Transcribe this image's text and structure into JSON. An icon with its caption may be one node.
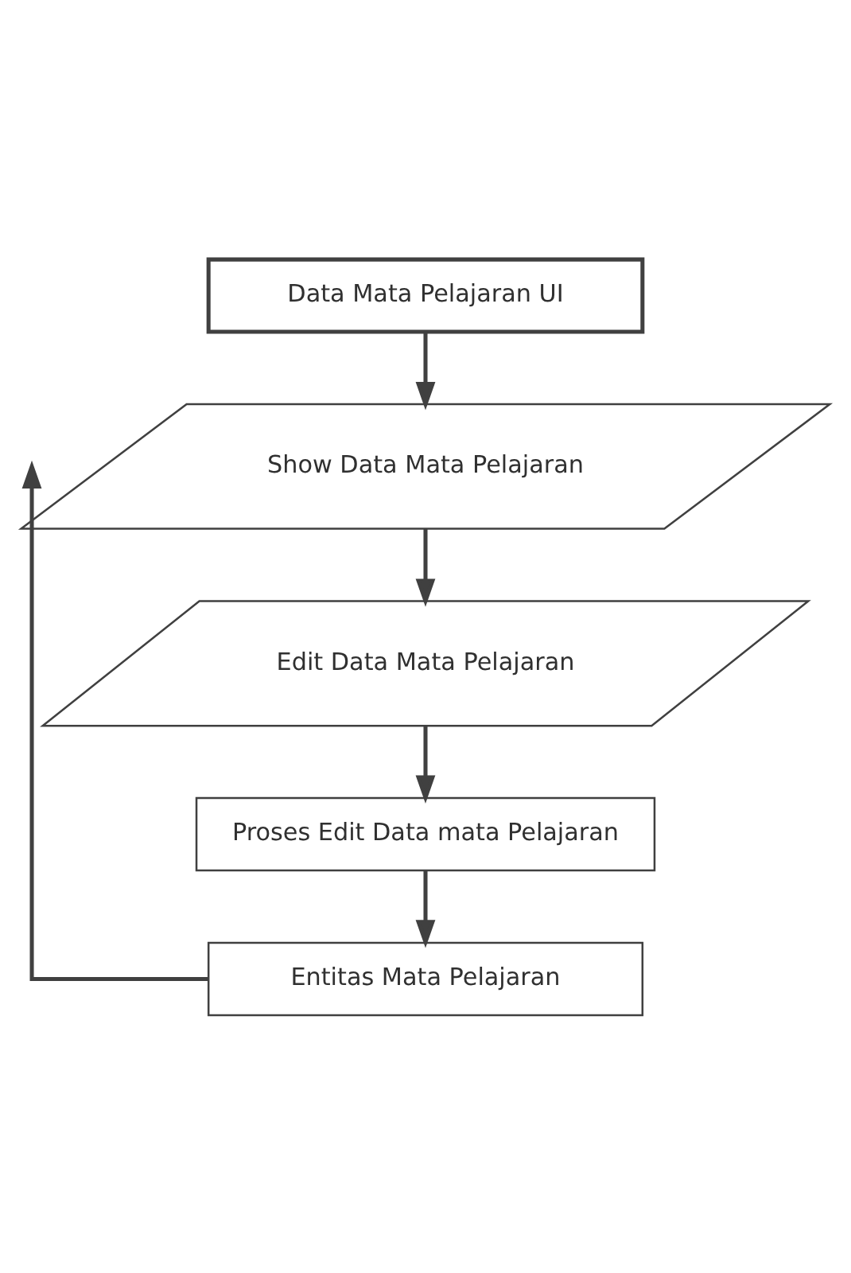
{
  "diagram": {
    "nodes": [
      {
        "text": [
          "Data Mata Pelajaran UI"
        ]
      },
      {
        "text": [
          "Show Data Mata Pelajaran"
        ]
      },
      {
        "text": [
          "Edit Data Mata Pelajaran"
        ]
      },
      {
        "text": [
          "Proses Edit Data mata Pelajaran"
        ]
      },
      {
        "text": [
          "Entitas Mata Pelajaran"
        ]
      }
    ],
    "edges": [
      {
        "from": 0,
        "to": 1,
        "arrow": "to"
      },
      {
        "from": 1,
        "to": 2,
        "arrow": "to"
      },
      {
        "from": 2,
        "to": 3,
        "arrow": "to"
      },
      {
        "from": 3,
        "to": 4,
        "arrow": "to"
      },
      {
        "from": 4,
        "to": 1,
        "arrow": "to"
      }
    ]
  }
}
